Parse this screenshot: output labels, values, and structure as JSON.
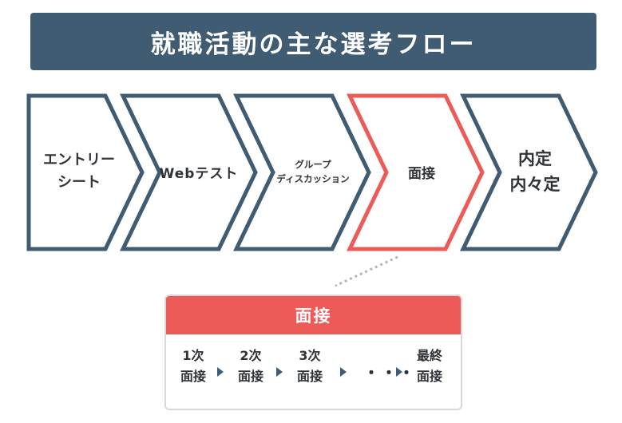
{
  "title": "就職活動の主な選考フロー",
  "steps": [
    {
      "line1": "エントリー",
      "line2": "シート"
    },
    {
      "line1": "Webテスト"
    },
    {
      "line1": "グループ",
      "line2": "ディスカッション"
    },
    {
      "line1": "面接"
    },
    {
      "line1": "内定",
      "line2": "内々定"
    }
  ],
  "detail": {
    "header": "面接",
    "items": [
      {
        "line1": "1次",
        "line2": "面接"
      },
      {
        "line1": "2次",
        "line2": "面接"
      },
      {
        "line1": "3次",
        "line2": "面接"
      },
      {
        "line1": "最終",
        "line2": "面接"
      }
    ],
    "ellipsis": "・・・"
  },
  "colors": {
    "navy": "#3f5c73",
    "highlight": "#ed5b58",
    "connector": "#b5b5b5"
  }
}
